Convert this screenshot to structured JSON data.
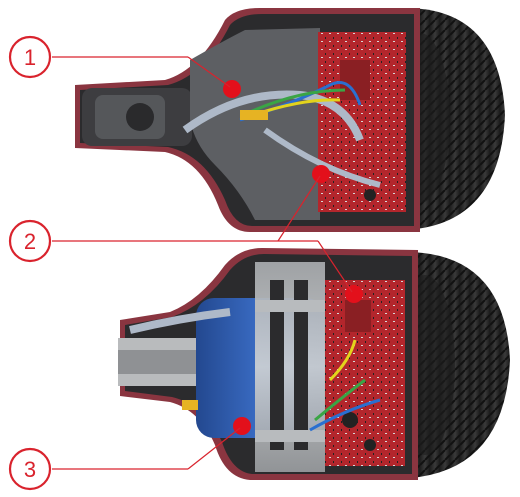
{
  "callouts": [
    {
      "number": "1"
    },
    {
      "number": "2"
    },
    {
      "number": "3"
    }
  ],
  "colors": {
    "callout_red": "#d9232d",
    "housing": "#2b2b2d",
    "shell_rim": "#8a3540",
    "aluminum": "#c9cbcd",
    "tire": "#2a2a2a",
    "pcb": "#b3262c",
    "battery": "#2f5fb0"
  }
}
